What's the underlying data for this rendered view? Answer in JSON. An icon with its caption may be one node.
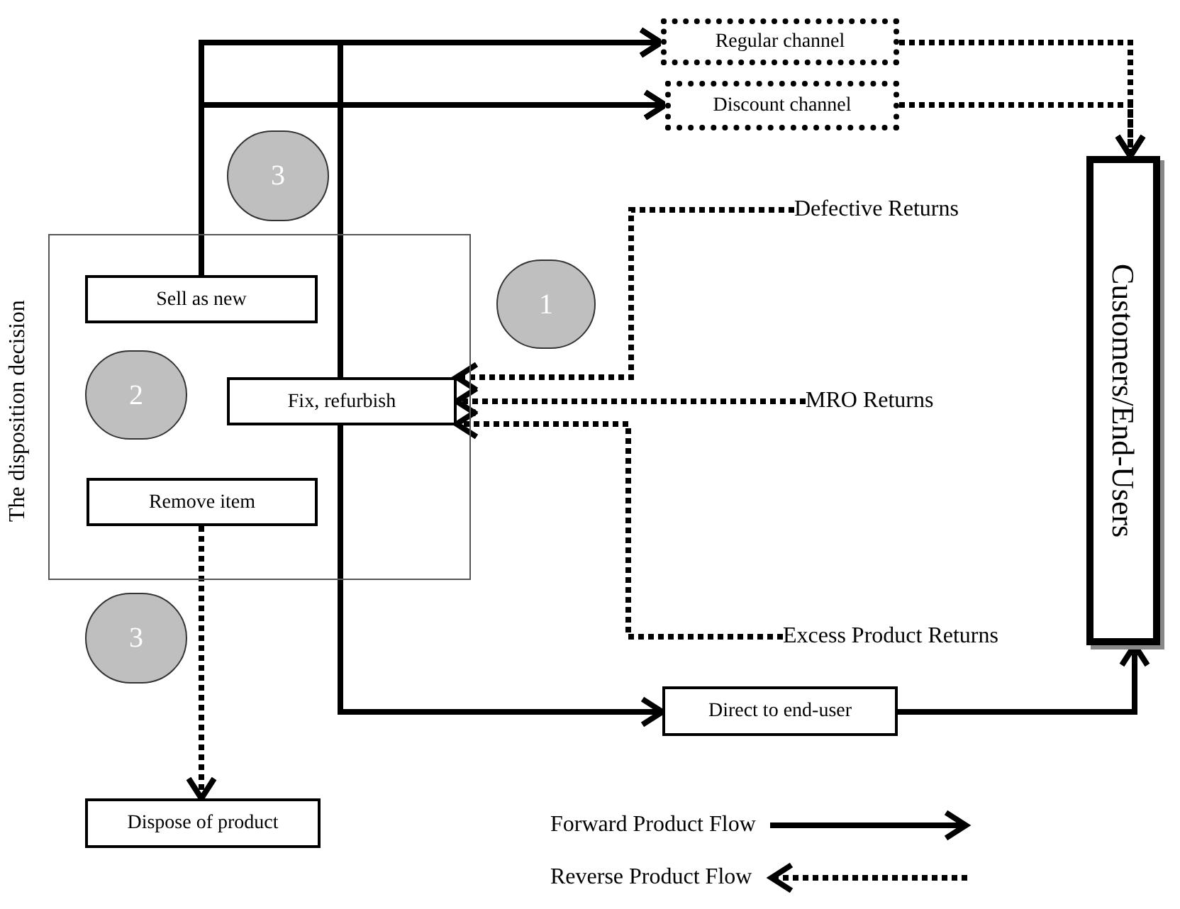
{
  "diagram": {
    "nodes": [
      {
        "text": [
          "The disposition decision"
        ]
      },
      {
        "text": [
          "Sell as new"
        ],
        "in": 0
      },
      {
        "text": [
          "2"
        ],
        "in": 0
      },
      {
        "text": [
          "Fix, refurbish"
        ],
        "in": 0
      },
      {
        "text": [
          "Remove item"
        ],
        "in": 0
      },
      {
        "text": [
          "3"
        ]
      },
      {
        "text": [
          "1"
        ]
      },
      {
        "text": [
          "3"
        ]
      },
      {
        "text": [
          "Regular channel"
        ]
      },
      {
        "text": [
          "Discount channel"
        ]
      },
      {
        "text": [
          "Customers/End-Users"
        ]
      },
      {
        "text": [
          "Defective Returns"
        ]
      },
      {
        "text": [
          "MRO Returns"
        ]
      },
      {
        "text": [
          "Excess Product Returns"
        ]
      },
      {
        "text": [
          "Direct to end-user"
        ]
      },
      {
        "text": [
          "Dispose of product"
        ]
      }
    ],
    "edges": [
      {
        "from": 1,
        "to": 8,
        "arrow": "to"
      },
      {
        "from": 1,
        "to": 9,
        "arrow": "to"
      },
      {
        "from": 3,
        "to": 8,
        "arrow": "to"
      },
      {
        "from": 3,
        "to": 9,
        "arrow": "to"
      },
      {
        "from": 3,
        "to": 14,
        "arrow": "to"
      },
      {
        "from": 14,
        "to": 10,
        "arrow": "to"
      },
      {
        "from": 8,
        "to": 10,
        "arrow": "to",
        "style": "dashed"
      },
      {
        "from": 9,
        "to": 10,
        "arrow": "to",
        "style": "dashed"
      },
      {
        "from": 4,
        "to": 15,
        "arrow": "to",
        "style": "dashed"
      },
      {
        "from": 11,
        "to": 3,
        "arrow": "to",
        "style": "dashed"
      },
      {
        "from": 12,
        "to": 3,
        "arrow": "to",
        "style": "dashed"
      },
      {
        "from": 13,
        "to": 3,
        "arrow": "to",
        "style": "dashed"
      }
    ],
    "legend": [
      {
        "text": "Forward Product Flow"
      },
      {
        "text": "Reverse Product Flow"
      }
    ]
  }
}
